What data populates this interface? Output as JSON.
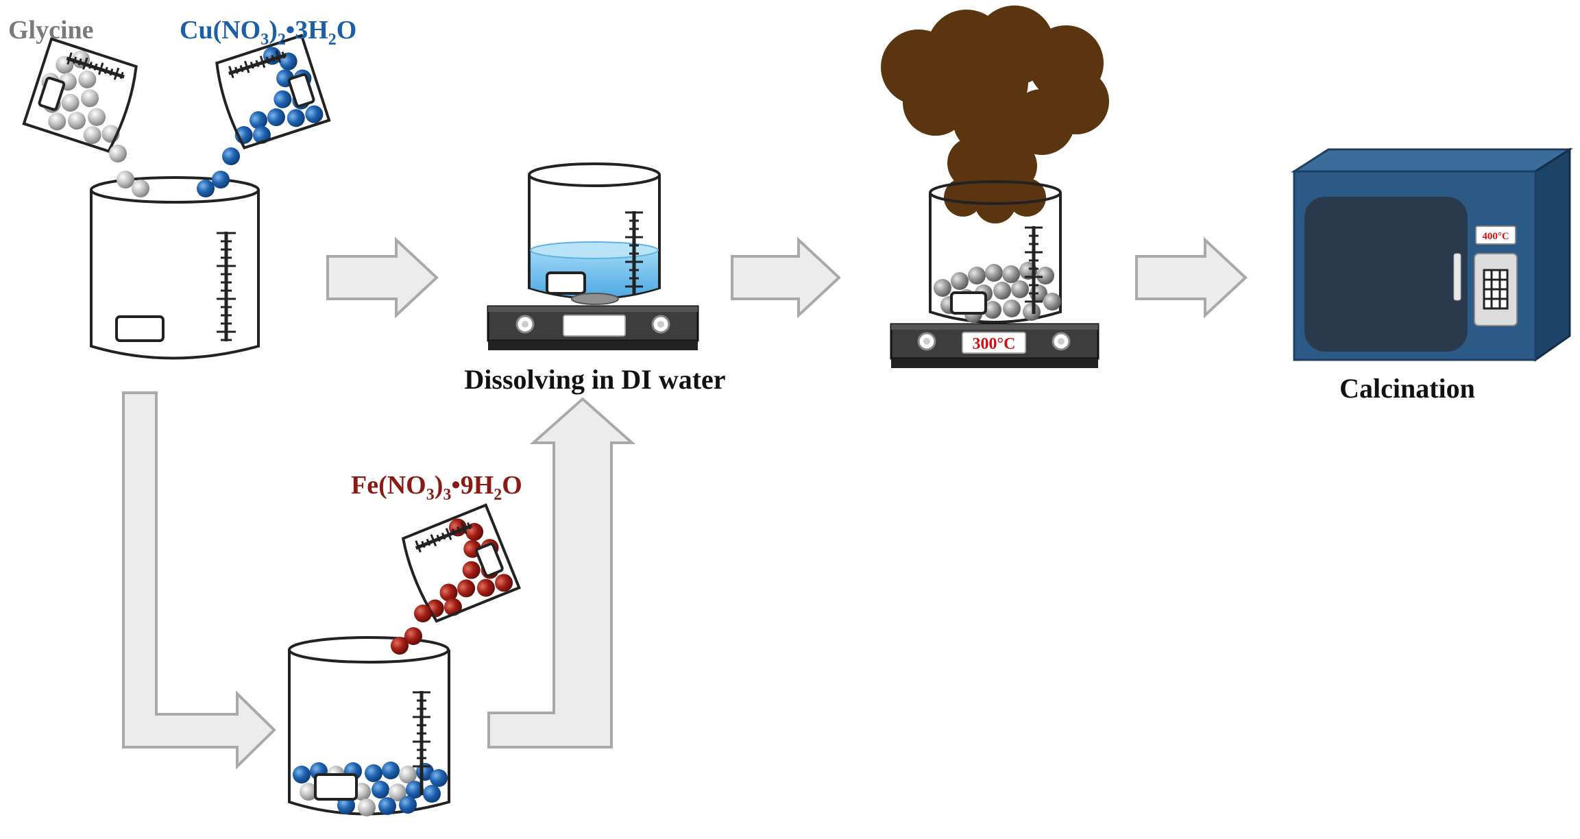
{
  "colors": {
    "glycine": "#7a7a7a",
    "copper": "#1d5ea8",
    "iron": "#8b1a14",
    "smoke": "#5a3510",
    "furnace_front": "#2c5a86",
    "furnace_side": "#1d4368",
    "furnace_top": "#3b6c9a",
    "furnace_window": "#2a3a4c",
    "arrow_fill": "#ececec",
    "arrow_stroke": "#a9a9a9",
    "water": "#7ec6f0",
    "display_text": "#d01010"
  },
  "labels": {
    "glycine": "Glycine",
    "copper": {
      "base": "Cu(NO",
      "sub1": "3",
      "mid": ")",
      "sub2": "2",
      "tail": "•3H",
      "sub3": "2",
      "end": "O"
    },
    "iron": {
      "base": "Fe(NO",
      "sub1": "3",
      "mid": ")",
      "sub2": "3",
      "tail": "•9H",
      "sub3": "2",
      "end": "O"
    },
    "dissolving": "Dissolving in DI water",
    "calcination": "Calcination",
    "hotplate_temp": "300°C",
    "furnace_temp": "400°C"
  }
}
